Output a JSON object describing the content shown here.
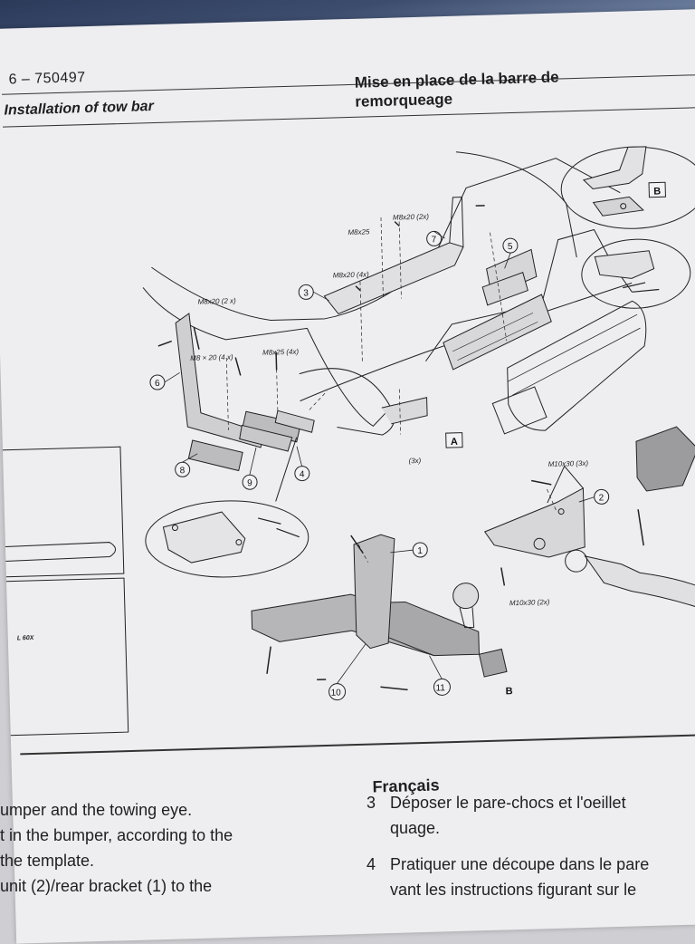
{
  "page_number": "6 – 750497",
  "title_en": "Installation of tow bar",
  "title_fr": [
    "Mise en place de la barre de",
    "remorqueage"
  ],
  "callouts": {
    "m8x20_2x_top": "M8x20 (2x)",
    "m8x25_top": "M8x25",
    "m8x20_4x_top": "M8x20 (4x)",
    "m8x20_2x_left": "M8x20 (2 x)",
    "m8x20_4x_left": "M8 × 20 (4 x)",
    "m8x25_4x_left": "M8x25 (4x)",
    "x3": "(3x)",
    "m10x30_3x": "M10x30 (3x)",
    "m10x30_2x": "M10x30 (2x)",
    "box_a": "A",
    "box_b_top": "B",
    "label_b_bottom": "B",
    "leaflet_text": "L 60X"
  },
  "part_numbers": [
    "1",
    "2",
    "3",
    "4",
    "5",
    "6",
    "7",
    "8",
    "9",
    "10",
    "11"
  ],
  "section_fr": "Français",
  "text_en": [
    "umper and the towing eye.",
    "t in the bumper, according to the",
    " the template.",
    " unit (2)/rear bracket (1) to the"
  ],
  "text_fr": {
    "step3_num": "3",
    "step3_line1": "Déposer le pare-chocs et l'oeillet",
    "step3_line2": "quage.",
    "step4_num": "4",
    "step4_line1": "Pratiquer une découpe dans le pare",
    "step4_line2": "vant les instructions figurant sur le"
  }
}
